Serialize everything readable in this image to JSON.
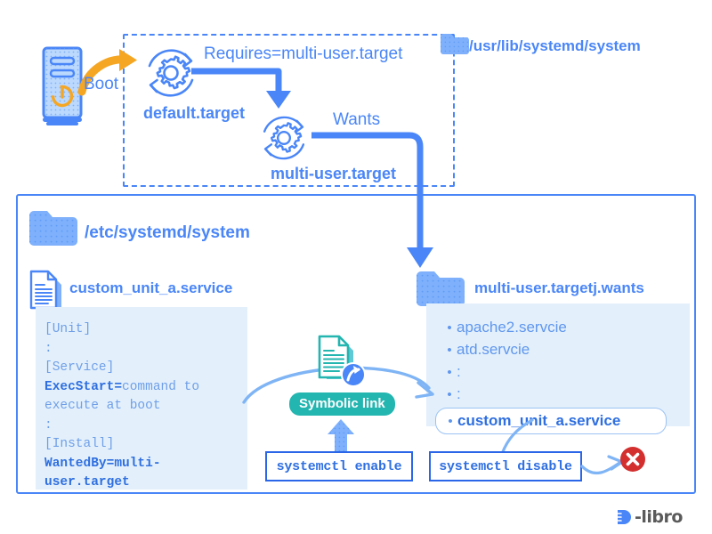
{
  "diagram": {
    "title": "systemd unit enable/disable flow",
    "colors": {
      "primary_blue": "#4a86f7",
      "dark_blue": "#2f6fe0",
      "panel_blue": "#e3f0fb",
      "teal": "#23b5b0",
      "orange": "#f5a623",
      "red": "#d32f2f"
    }
  },
  "boot": {
    "server_icon": "server-tower-icon",
    "boot_label": "Boot",
    "power_icon": "power-button-icon",
    "arrow_icon": "orange-curved-arrow-icon"
  },
  "usr_lib": {
    "folder_icon": "folder-icon",
    "path_label": "/usr/lib/systemd/system",
    "units": [
      {
        "name": "default.target",
        "icon": "gear-refresh-icon"
      },
      {
        "name": "multi-user.target",
        "icon": "gear-refresh-icon"
      }
    ],
    "edges": [
      {
        "label": "Requires=multi-user.target",
        "from": "default.target",
        "to": "multi-user.target"
      },
      {
        "label": "Wants",
        "from": "multi-user.target",
        "to": "multi-user.targetj.wants"
      }
    ]
  },
  "etc": {
    "folder_icon": "folder-icon",
    "path_label": "/etc/systemd/system",
    "unit_file": {
      "doc_icon": "document-icon",
      "name": "custom_unit_a.service",
      "content_lines": [
        {
          "text": "[Unit]",
          "bold": false
        },
        {
          "text": ":",
          "bold": false
        },
        {
          "text": "[Service]",
          "bold": false
        },
        {
          "text": "ExecStart=",
          "bold": true,
          "rest": "command to execute at boot"
        },
        {
          "text": ":",
          "bold": false
        },
        {
          "text": "[Install]",
          "bold": false
        },
        {
          "text": "WantedBy=multi-user.target",
          "bold": true
        }
      ]
    },
    "wants_dir": {
      "folder_icon": "folder-icon",
      "name": "multi-user.targetj.wants",
      "entries": [
        {
          "label": "apache2.servcie",
          "highlight": false
        },
        {
          "label": "atd.servcie",
          "highlight": false
        },
        {
          "label": ":",
          "highlight": false
        },
        {
          "label": ":",
          "highlight": false
        },
        {
          "label": "custom_unit_a.service",
          "highlight": true
        }
      ]
    }
  },
  "symlink": {
    "icon": "document-shortcut-icon",
    "badge_label": "Symbolic link"
  },
  "commands": {
    "enable": "systemctl enable",
    "disable": "systemctl disable",
    "delete_icon": "red-x-circle-icon"
  },
  "branding": {
    "logo_mark": "d-libro-mark-icon",
    "logo_text": "-libro"
  }
}
